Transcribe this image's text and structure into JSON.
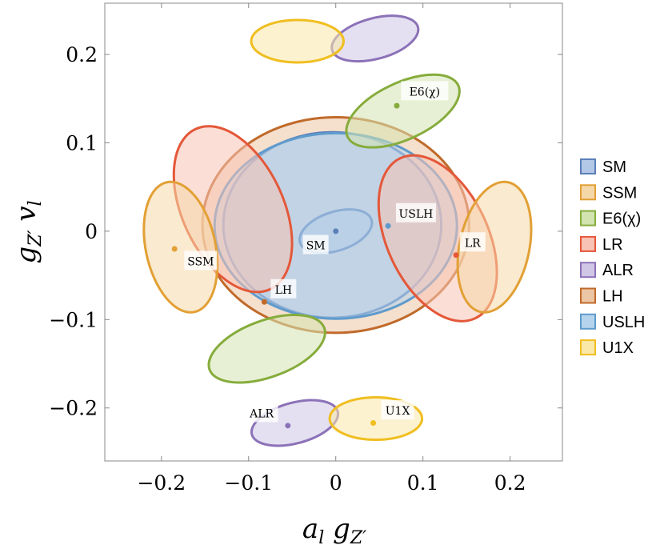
{
  "chart_data": {
    "type": "scatter",
    "title": "",
    "xlabel": {
      "main": "a",
      "sub1": "l",
      "mid": " g",
      "sub2": "Z′"
    },
    "ylabel": {
      "main": "g",
      "sub1": "Z′",
      "mid": " v",
      "sub2": "l"
    },
    "xlim": [
      -0.265,
      0.26
    ],
    "ylim": [
      -0.26,
      0.258
    ],
    "xticks": [
      -0.2,
      -0.1,
      0,
      0.1,
      0.2
    ],
    "xtick_labels": [
      "−0.2",
      "−0.1",
      "0",
      "0.1",
      "0.2"
    ],
    "yticks": [
      -0.2,
      -0.1,
      0,
      0.1,
      0.2
    ],
    "ytick_labels": [
      "−0.2",
      "−0.1",
      "0",
      "0.1",
      "0.2"
    ],
    "grid": false,
    "legend_position": "right",
    "series": [
      {
        "name": "SM",
        "color": "#5b7fb8",
        "fill": "#b3c8e6",
        "point": [
          0.0,
          0.0
        ],
        "label": "SM",
        "label_at": [
          -0.023,
          -0.016
        ],
        "regions": [
          {
            "shape": "ellipse",
            "center": [
              -0.004,
              0.007
            ],
            "radii": [
              0.125,
              0.105
            ],
            "rotation": 0
          },
          {
            "shape": "ellipse",
            "center": [
              0.0,
              0.0
            ],
            "radii": [
              0.043,
              0.022
            ],
            "rotation": -18
          }
        ]
      },
      {
        "name": "SSM",
        "color": "#e2a035",
        "fill": "#f5d8a8",
        "point": [
          -0.185,
          -0.02
        ],
        "label": "SSM",
        "label_at": [
          -0.155,
          -0.034
        ],
        "regions": [
          {
            "shape": "ellipse",
            "center": [
              -0.178,
              -0.018
            ],
            "radii": [
              0.04,
              0.075
            ],
            "rotation": -12
          },
          {
            "shape": "ellipse",
            "center": [
              0.182,
              -0.018
            ],
            "radii": [
              0.04,
              0.075
            ],
            "rotation": 12
          }
        ]
      },
      {
        "name": "E6(χ)",
        "color": "#86ac3c",
        "fill": "#d3e3b0",
        "point": [
          0.07,
          0.142
        ],
        "label": "E6(χ)",
        "label_at": [
          0.102,
          0.158
        ],
        "regions": [
          {
            "shape": "ellipse",
            "center": [
              0.077,
              0.136
            ],
            "radii": [
              0.07,
              0.032
            ],
            "rotation": -25
          },
          {
            "shape": "ellipse",
            "center": [
              -0.079,
              -0.133
            ],
            "radii": [
              0.07,
              0.032
            ],
            "rotation": -20
          }
        ]
      },
      {
        "name": "LR",
        "color": "#e45839",
        "fill": "#f8c2b4",
        "point": [
          0.138,
          -0.027
        ],
        "label": "LR",
        "label_at": [
          0.157,
          -0.013
        ],
        "regions": [
          {
            "shape": "ellipse",
            "center": [
              0.117,
              -0.008
            ],
            "radii": [
              0.058,
              0.1
            ],
            "rotation": -25
          },
          {
            "shape": "ellipse",
            "center": [
              -0.118,
              0.025
            ],
            "radii": [
              0.058,
              0.1
            ],
            "rotation": -25
          }
        ]
      },
      {
        "name": "ALR",
        "color": "#8c72b8",
        "fill": "#d0c6e6",
        "point": [
          -0.055,
          -0.22
        ],
        "label": "ALR",
        "label_at": [
          -0.085,
          -0.206
        ],
        "regions": [
          {
            "shape": "ellipse",
            "center": [
              0.045,
              0.218
            ],
            "radii": [
              0.051,
              0.023
            ],
            "rotation": -15
          },
          {
            "shape": "ellipse",
            "center": [
              -0.047,
              -0.217
            ],
            "radii": [
              0.051,
              0.023
            ],
            "rotation": -15
          }
        ]
      },
      {
        "name": "LH",
        "color": "#c06a2a",
        "fill": "#ecc5a4",
        "point": [
          -0.082,
          -0.08
        ],
        "label": "LH",
        "label_at": [
          -0.06,
          -0.066
        ],
        "regions": [
          {
            "shape": "ellipse",
            "center": [
              0.0,
              0.007
            ],
            "radii": [
              0.153,
              0.122
            ],
            "rotation": 0
          }
        ]
      },
      {
        "name": "USLH",
        "color": "#5f9bcc",
        "fill": "#b5d4ec",
        "point": [
          0.06,
          0.006
        ],
        "label": "USLH",
        "label_at": [
          0.092,
          0.02
        ],
        "regions": [
          {
            "shape": "ellipse",
            "center": [
              0.0,
              0.006
            ],
            "radii": [
              0.139,
              0.105
            ],
            "rotation": 0
          }
        ]
      },
      {
        "name": "U1X",
        "color": "#f0be20",
        "fill": "#fae8a8",
        "point": [
          0.043,
          -0.217
        ],
        "label": "U1X",
        "label_at": [
          0.071,
          -0.203
        ],
        "regions": [
          {
            "shape": "ellipse",
            "center": [
              -0.044,
              0.215
            ],
            "radii": [
              0.053,
              0.024
            ],
            "rotation": 0
          },
          {
            "shape": "ellipse",
            "center": [
              0.046,
              -0.212
            ],
            "radii": [
              0.053,
              0.024
            ],
            "rotation": 0
          }
        ]
      }
    ]
  }
}
